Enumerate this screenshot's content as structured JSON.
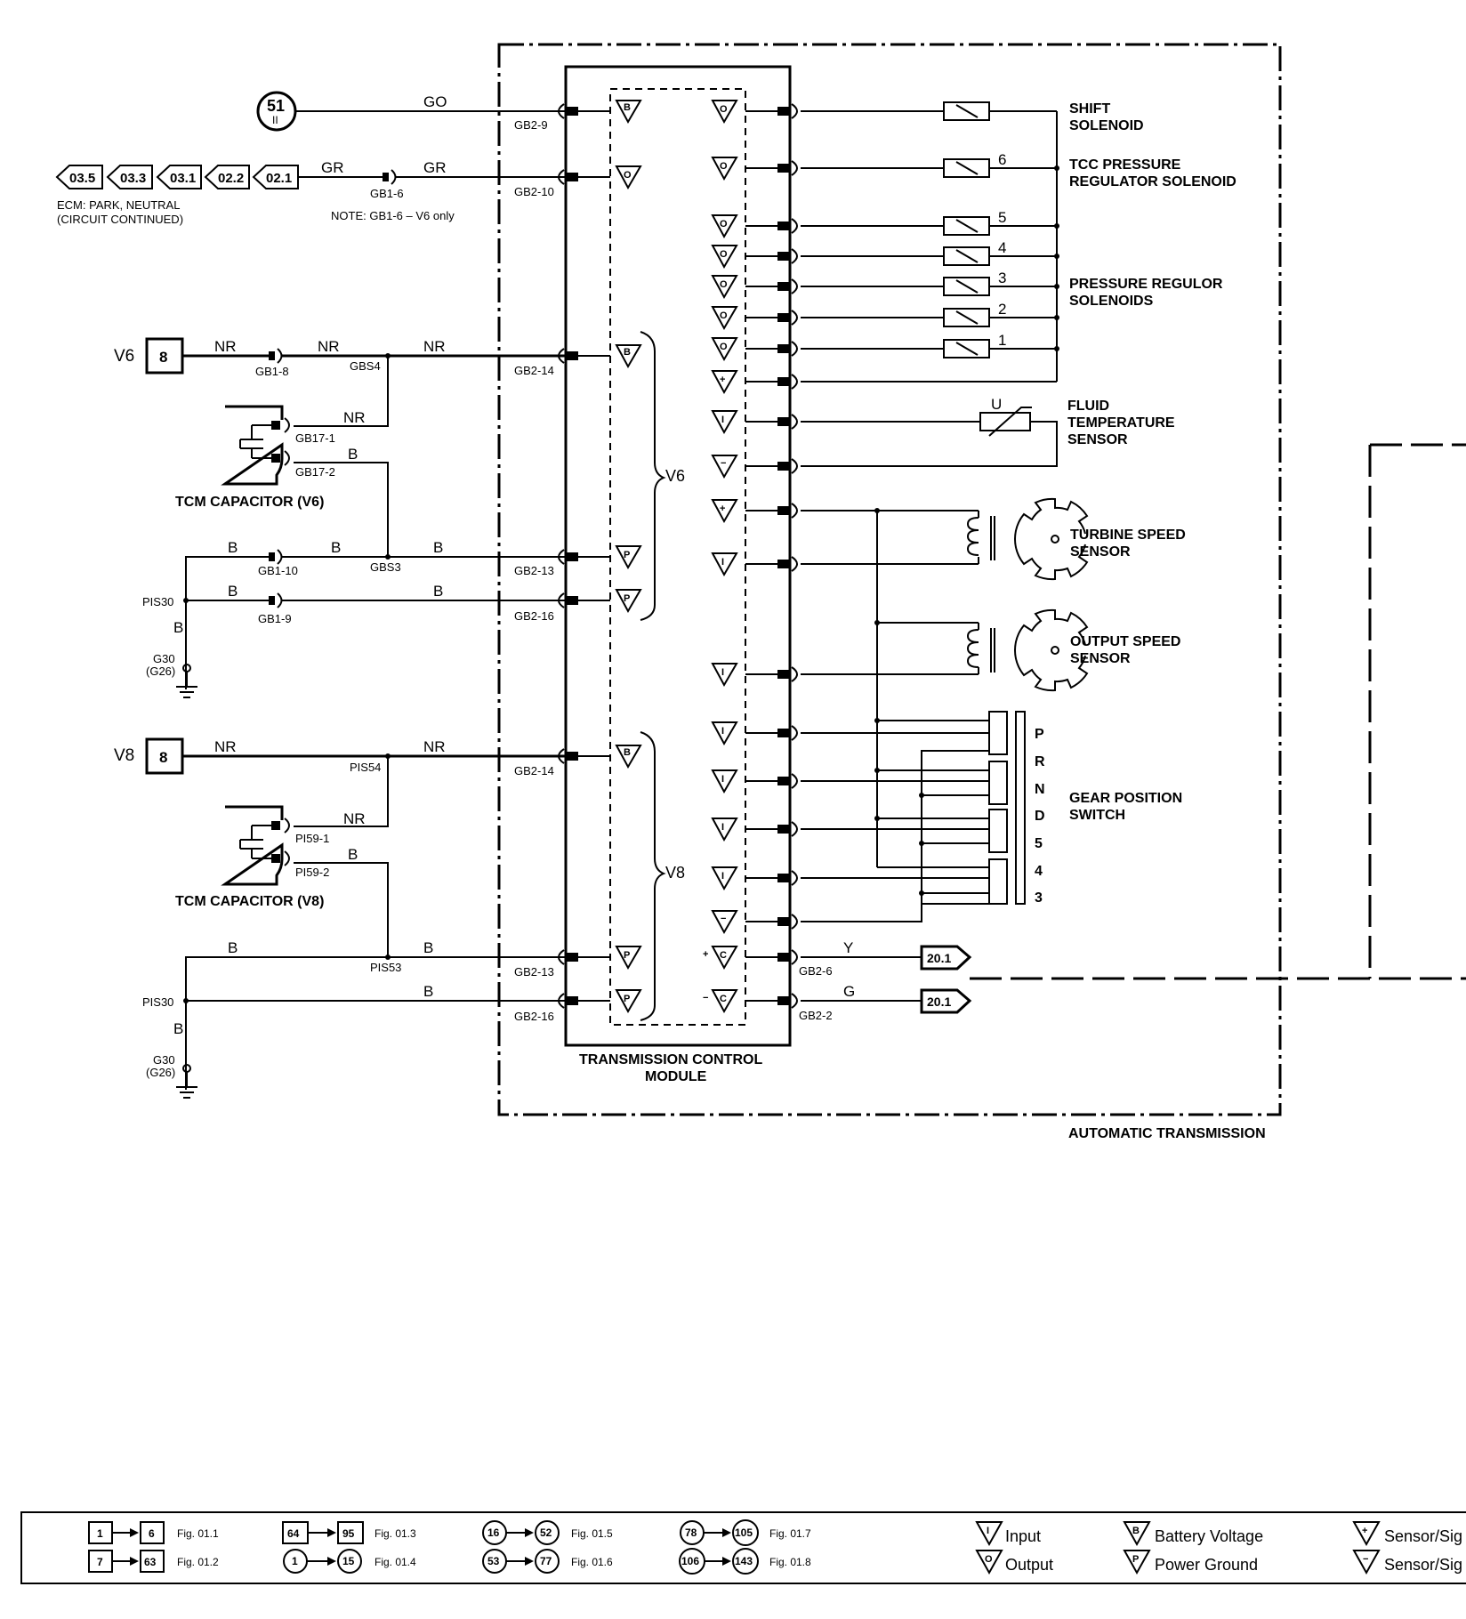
{
  "diagram": {
    "boundary_label": "AUTOMATIC TRANSMISSION",
    "module_label_1": "TRANSMISSION CONTROL",
    "module_label_2": "MODULE",
    "ref_51": "51",
    "ref_51_sub": "II",
    "ecm_refs": [
      "03.5",
      "03.3",
      "03.1",
      "02.2",
      "02.1"
    ],
    "ecm_note_1": "ECM: PARK, NEUTRAL",
    "ecm_note_2": "(CIRCUIT CONTINUED)",
    "note_gb1_6": "NOTE: GB1-6 – V6 only",
    "wire_go": "GO",
    "wire_gr": "GR",
    "wire_nr": "NR",
    "wire_b": "B",
    "wire_y": "Y",
    "wire_g": "G",
    "v6": "V6",
    "v8": "V8",
    "fuse_8": "8",
    "out_20_1": "20.1",
    "connectors": {
      "gb2_9": "GB2-9",
      "gb2_10": "GB2-10",
      "gb1_6": "GB1-6",
      "gb1_8": "GB1-8",
      "gbs4": "GBS4",
      "gb2_14": "GB2-14",
      "gb17_1": "GB17-1",
      "gb17_2": "GB17-2",
      "gb1_10": "GB1-10",
      "gbs3": "GBS3",
      "gb2_13": "GB2-13",
      "gb1_9": "GB1-9",
      "gb2_16": "GB2-16",
      "pis30": "PIS30",
      "g30": "G30",
      "g26": "(G26)",
      "pis54": "PIS54",
      "pi59_1": "PI59-1",
      "pi59_2": "PI59-2",
      "pis53": "PIS53",
      "gb2_6": "GB2-6",
      "gb2_2": "GB2-2"
    },
    "tcm_cap_v6": "TCM CAPACITOR (V6)",
    "tcm_cap_v8": "TCM CAPACITOR (V8)",
    "components": {
      "shift_1": "SHIFT",
      "shift_2": "SOLENOID",
      "tcc_1": "TCC PRESSURE",
      "tcc_2": "REGULATOR SOLENOID",
      "pr_1": "PRESSURE REGULOR",
      "pr_2": "SOLENOIDS",
      "ft_1": "FLUID",
      "ft_2": "TEMPERATURE",
      "ft_3": "SENSOR",
      "ts_1": "TURBINE SPEED",
      "ts_2": "SENSOR",
      "os_1": "OUTPUT SPEED",
      "os_2": "SENSOR",
      "gp_1": "GEAR POSITION",
      "gp_2": "SWITCH"
    },
    "solenoid_numbers": [
      "6",
      "5",
      "4",
      "3",
      "2",
      "1"
    ],
    "thermistor_u": "U",
    "gear_letters": [
      "P",
      "R",
      "N",
      "D",
      "5",
      "4",
      "3"
    ]
  },
  "legend": {
    "fig_01_1": "Fig. 01.1",
    "fig_01_2": "Fig. 01.2",
    "fig_01_3": "Fig. 01.3",
    "fig_01_4": "Fig. 01.4",
    "fig_01_5": "Fig. 01.5",
    "fig_01_6": "Fig. 01.6",
    "fig_01_7": "Fig. 01.7",
    "fig_01_8": "Fig. 01.8",
    "n1": "1",
    "n6": "6",
    "n7": "7",
    "n63": "63",
    "n64": "64",
    "n95": "95",
    "c1": "1",
    "c15": "15",
    "c16": "16",
    "c52": "52",
    "c53": "53",
    "c77": "77",
    "c78": "78",
    "c105": "105",
    "c106": "106",
    "c143": "143",
    "input": "Input",
    "output": "Output",
    "battery_voltage": "Battery Voltage",
    "power_ground": "Power Ground",
    "sensor_sig_1": "Sensor/Sig",
    "sensor_sig_2": "Sensor/Sig"
  }
}
